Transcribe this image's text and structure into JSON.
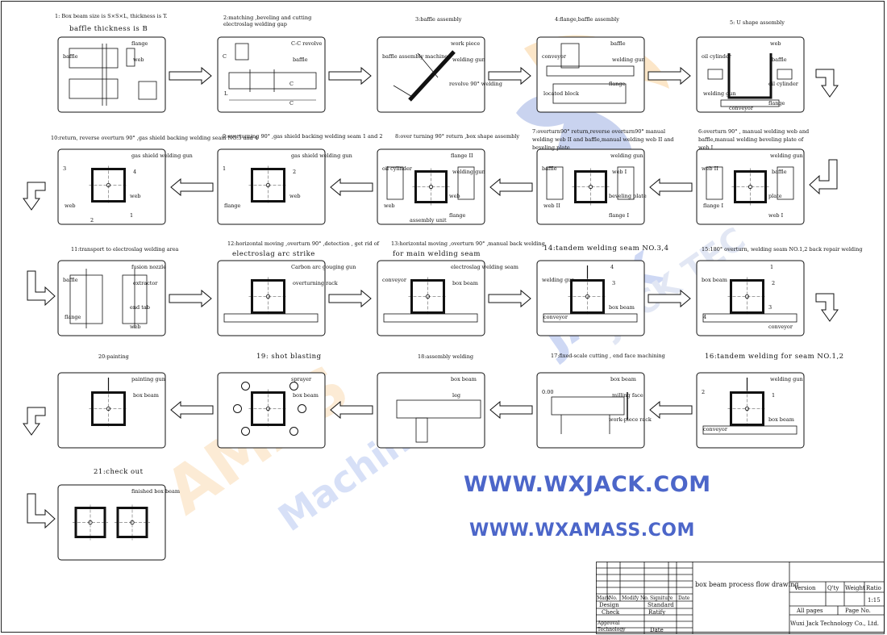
{
  "steps": [
    {
      "n": 1,
      "label": "1: Box beam size is S×S×L, thickness is T.",
      "sub": "baffle thickness is B",
      "parts": [
        "flange",
        "web",
        "baffle"
      ]
    },
    {
      "n": 2,
      "label": "2:matching ,beveling and cutting",
      "sub": "electroslag welding gap",
      "parts": [
        "C-C revolve",
        "baffle",
        "C",
        "C",
        "L",
        "C"
      ]
    },
    {
      "n": 3,
      "label": "3:baffle assembly",
      "parts": [
        "work piece",
        "welding gun",
        "baffle assembly machine",
        "revolve 90° welding"
      ]
    },
    {
      "n": 4,
      "label": "4:flange,baffle assembly",
      "parts": [
        "baffle",
        "welding gun",
        "conveyor",
        "flange",
        "located block"
      ]
    },
    {
      "n": 5,
      "label": "5: U shape assembly",
      "parts": [
        "web",
        "baffle",
        "oil cylinder",
        "oil cylinder",
        "welding gun",
        "flange",
        "conveyor"
      ]
    },
    {
      "n": 6,
      "label": "6:overturn 90° , manual welding web and baffle,manual welding beveling plate of web I",
      "parts": [
        "welding gun",
        "baffle",
        "web II",
        "plate",
        "flange I",
        "web I"
      ]
    },
    {
      "n": 7,
      "label": "7:overturn90° return,reverse overturn90° manual welding web II and baffle,manual welding web II and beveling plate",
      "parts": [
        "welding gun",
        "web I",
        "baffle",
        "beveling plate",
        "web II",
        "flange I"
      ]
    },
    {
      "n": 8,
      "label": "8:over turning 90° return ,box shape assembly",
      "parts": [
        "flange II",
        "welding gun",
        "oil cylinder",
        "web",
        "web",
        "flange",
        "assembly unit"
      ]
    },
    {
      "n": 9,
      "label": "9:overturning 90° ,gas shield backing welding seam 1 and 2",
      "parts": [
        "gas shield welding gun",
        "2",
        "1",
        "web",
        "flange"
      ]
    },
    {
      "n": 10,
      "label": "10:return, reverse overturn 90° ,gas shield backing welding seam NO.3 and 4",
      "parts": [
        "gas shield welding gun",
        "4",
        "3",
        "web",
        "web",
        "1",
        "2"
      ]
    },
    {
      "n": 11,
      "label": "11:transport to electroslag welding area",
      "parts": [
        "fusion nozzle",
        "extractor",
        "baffle",
        "end tab",
        "flange",
        "web"
      ]
    },
    {
      "n": 12,
      "label": "12:horizontal moving ,overturn 90° ,detection , get rid of",
      "sub": "electroslag arc strike",
      "parts": [
        "Carbon arc gouging gun",
        "overturning rack"
      ]
    },
    {
      "n": 13,
      "label": "13:horizontal moving ,overturn 90° ,manual back welding",
      "sub": "for main welding seam",
      "parts": [
        "electroslag welding seam",
        "box beam",
        "conveyor"
      ]
    },
    {
      "n": 14,
      "label": "14:tandem welding seam NO.3,4",
      "parts": [
        "4",
        "3",
        "welding gun",
        "box beam",
        "conveyor"
      ]
    },
    {
      "n": 15,
      "label": "15:180° overturn, welding seam NO.1,2 back repair welding",
      "parts": [
        "1",
        "2",
        "box beam",
        "3",
        "4",
        "conveyor"
      ]
    },
    {
      "n": 16,
      "label": "16:tandem welding for seam NO.1,2",
      "parts": [
        "welding gun",
        "1",
        "2",
        "box beam",
        "conveyor"
      ]
    },
    {
      "n": 17,
      "label": "17:fixed-scale cutting , end face machining",
      "parts": [
        "box beam",
        "milling face",
        "0.00",
        "work-piece rack"
      ]
    },
    {
      "n": 18,
      "label": "18:assembly welding",
      "parts": [
        "box beam",
        "leg"
      ]
    },
    {
      "n": 19,
      "label": "19: shot blasting",
      "parts": [
        "sprayer",
        "box beam"
      ]
    },
    {
      "n": 20,
      "label": "20:painting",
      "parts": [
        "painting gun",
        "box beam"
      ]
    },
    {
      "n": 21,
      "label": "21:check out",
      "parts": [
        "finished box beam"
      ]
    }
  ],
  "urls": [
    "WWW.WXJACK.COM",
    "WWW.WXAMASS.COM"
  ],
  "title_block": {
    "drawing_title": "box beam process flow drawing",
    "version": "Version",
    "qty": "Q'ty",
    "weight": "Weight",
    "ratio": "Ratio",
    "ratio_value": "1:15",
    "all_pages": "All pages",
    "page_no": "Page No.",
    "company": "Wuxi Jack Technology Co., Ltd.",
    "row_headers": [
      "Mark",
      "No.",
      "Modify No.",
      "Signiture",
      "Date"
    ],
    "design": "Design",
    "standard": "Standard",
    "check": "Check",
    "ratify": "Ratify",
    "approval": "Approval",
    "technology": "Technology",
    "date": "Date"
  },
  "colors": {
    "line": "#111111",
    "arrow": "#111111",
    "url": "#4c66c9"
  }
}
